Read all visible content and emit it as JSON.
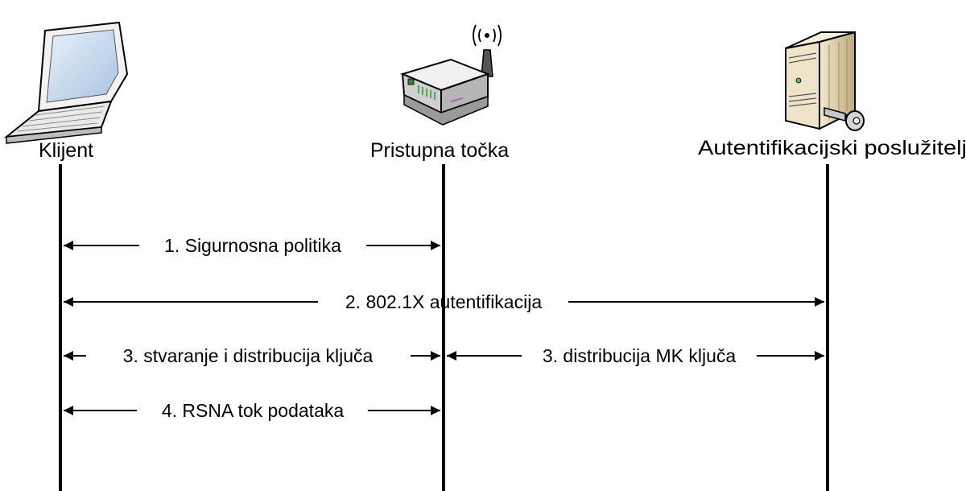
{
  "participants": {
    "client": {
      "label": "Klijent",
      "icon": "laptop-icon"
    },
    "access_point": {
      "label": "Pristupna točka",
      "icon": "wireless-router-icon"
    },
    "auth_server": {
      "label": "Autentifikacijski poslužitelj",
      "icon": "key-server-icon"
    }
  },
  "messages": {
    "m1": {
      "label": "1. Sigurnosna politika",
      "from": "client",
      "to": "access_point",
      "direction": "both"
    },
    "m2": {
      "label": "2. 802.1X autentifikacija",
      "from": "client",
      "to": "auth_server",
      "direction": "both"
    },
    "m3a": {
      "label": "3. stvaranje i distribucija ključa",
      "from": "client",
      "to": "access_point",
      "direction": "both"
    },
    "m3b": {
      "label": "3. distribucija MK ključa",
      "from": "access_point",
      "to": "auth_server",
      "direction": "both"
    },
    "m4": {
      "label": "4. RSNA tok podataka",
      "from": "client",
      "to": "access_point",
      "direction": "both"
    }
  },
  "colors": {
    "line": "#000000",
    "laptop_screen": "#cfe0f2",
    "device_body": "#d9d9d9",
    "server_body": "#e6d9b8"
  }
}
